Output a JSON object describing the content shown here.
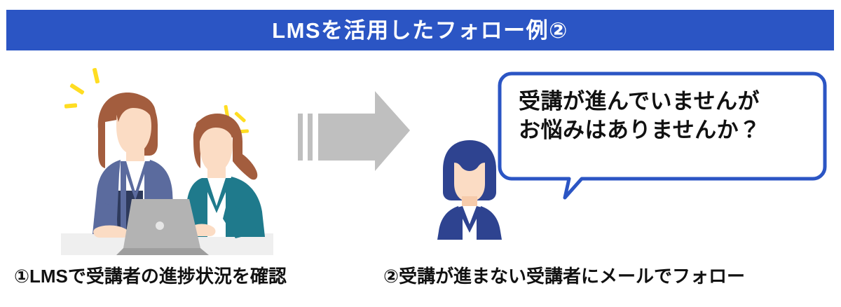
{
  "header": {
    "title": "LMSを活用したフォロー例②",
    "background_color": "#2B55C4",
    "text_color": "#FFFFFF"
  },
  "illustration": {
    "name": "two-women-at-laptop",
    "alt": "二人の女性がノートパソコンを見ている",
    "colors": {
      "left_cardigan": "#5B6B9E",
      "right_cardigan": "#1F7A8C",
      "skin": "#FBDCC4",
      "hair_left": "#A35D3E",
      "hair_right": "#A35D3E",
      "laptop": "#B3B3B3",
      "desk": "#EFEFEF",
      "sparkle": "#FFDD22",
      "skirt": "#2E3A5C"
    }
  },
  "arrow": {
    "name": "right-arrow",
    "color": "#BFBFBF",
    "motion_bars": 2
  },
  "avatar": {
    "name": "instructor-avatar",
    "colors": {
      "hair": "#2E4390",
      "jacket": "#2E4390",
      "shirt": "#FFFFFF",
      "skin": "#FBDCC4"
    }
  },
  "speech_bubble": {
    "border_color": "#2B55C4",
    "fill_color": "#FFFFFF",
    "text_color": "#111111",
    "lines": [
      "受講が進んでいませんが",
      "お悩みはありませんか？"
    ]
  },
  "captions": {
    "step_1": "①LMSで受講者の進捗状況を確認",
    "step_2": "②受講が進まない受講者にメールでフォロー"
  }
}
